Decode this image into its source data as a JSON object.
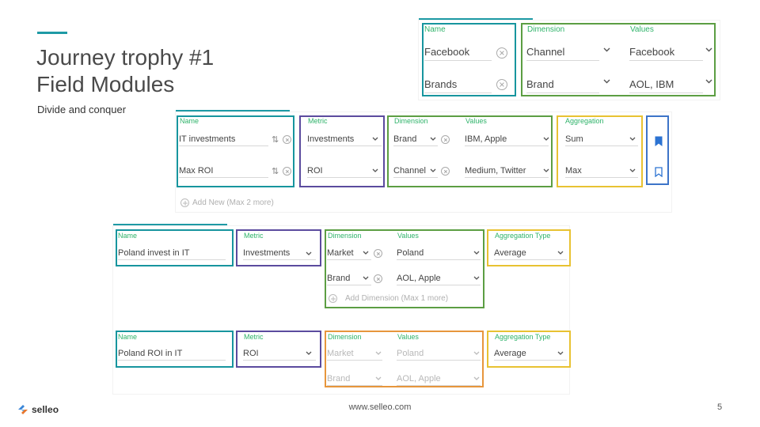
{
  "slide": {
    "title_line1": "Journey trophy #1",
    "title_line2": "Field Modules",
    "subtitle": "Divide and conquer",
    "footer_url": "www.selleo.com",
    "page_number": "5",
    "logo_text": "selleo"
  },
  "panel_top": {
    "name_label": "Name",
    "name_rows": [
      "Facebook",
      "Brands"
    ],
    "dimension_label": "Dimension",
    "values_label": "Values",
    "dimension_rows": [
      "Channel",
      "Brand"
    ],
    "values_rows": [
      "Facebook",
      "AOL, IBM"
    ]
  },
  "panel_mid": {
    "name_label": "Name",
    "name_rows": [
      "IT investments",
      "Max ROI"
    ],
    "metric_label": "Metric",
    "metric_rows": [
      "Investments",
      "ROI"
    ],
    "dimension_label": "Dimension",
    "values_label": "Values",
    "dimension_rows": [
      "Brand",
      "Channel"
    ],
    "values_rows": [
      "IBM, Apple",
      "Medium, Twitter"
    ],
    "aggregation_label": "Aggregation",
    "aggregation_rows": [
      "Sum",
      "Max"
    ],
    "add_new": "Add New (Max 2 more)"
  },
  "panel_bottom1": {
    "name_label": "Name",
    "name_value": "Poland invest in IT",
    "metric_label": "Metric",
    "metric_value": "Investments",
    "dimension_label": "Dimension",
    "values_label": "Values",
    "dimension_rows": [
      "Market",
      "Brand"
    ],
    "values_rows": [
      "Poland",
      "AOL, Apple"
    ],
    "add_dimension": "Add Dimension (Max 1 more)",
    "aggregation_label": "Aggregation Type",
    "aggregation_value": "Average"
  },
  "panel_bottom2": {
    "name_label": "Name",
    "name_value": "Poland ROI in IT",
    "metric_label": "Metric",
    "metric_value": "ROI",
    "dimension_label": "Dimension",
    "values_label": "Values",
    "dimension_rows": [
      "Market",
      "Brand"
    ],
    "values_rows": [
      "Poland",
      "AOL, Apple"
    ],
    "aggregation_label": "Aggregation Type",
    "aggregation_value": "Average"
  },
  "colors": {
    "teal": "#17959e",
    "green": "#5c9e43",
    "purple": "#5b4b9e",
    "yellow": "#e8c232",
    "blue": "#3d74c8",
    "orange": "#e7963c",
    "label_green": "#2fb36a"
  }
}
